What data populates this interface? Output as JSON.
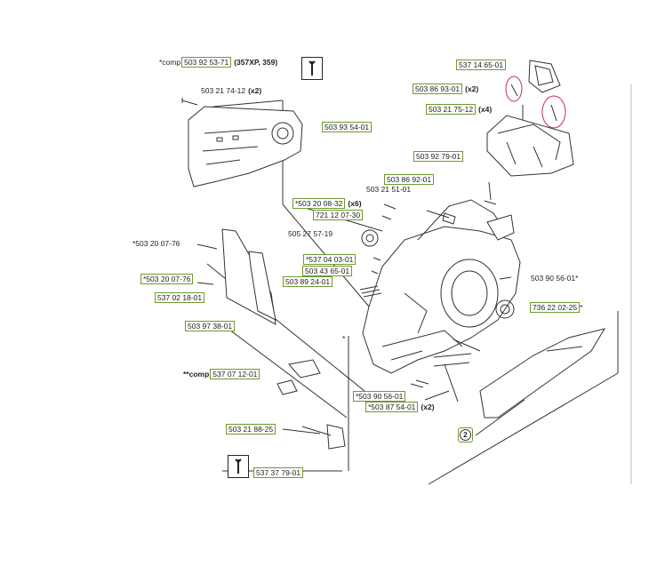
{
  "colors": {
    "label_border": "#6e9a2e",
    "highlight_circle": "#c0334d",
    "line": "#333333"
  },
  "labels": {
    "comp_top_prefix": "*comp",
    "comp_top_pn": "503 92 53-71",
    "comp_top_note": "(357XP, 359)",
    "p503217412": "503 21 74-12",
    "p503217412_qty": "(x2)",
    "p503935401": "503 93 54-01",
    "p537146501": "537 14 65-01",
    "p503869301": "503 86 93-01",
    "p503869301_qty": "(x2)",
    "p503217512": "503 21 75-12",
    "p503217512_qty": "(x4)",
    "p503927901": "503 92 79-01",
    "p503869201": "503 86 92-01",
    "p503215101": "503 21 51-01",
    "p503200832": "*503 20 08-32",
    "p503200832_qty": "(x6)",
    "p721120730": "721 12 07-30",
    "p505275719": "505 27 57-19",
    "p503200776a": "*503 20 07-76",
    "p537040301": "*537 04 03-01",
    "p503436501": "503 43 65-01",
    "p503200776b": "*503 20 07-76",
    "p503892401": "503 89 24-01",
    "p537021801": "537 02 18-01",
    "p503905601a": "503 90 56-01*",
    "p736220225": "736 22 02-25",
    "p736220225_star": "*",
    "p503973801": "503 97 38-01",
    "comp_bottom_prefix": "**comp",
    "comp_bottom_pn": "537 07 12-01",
    "p503905601b": "*503 90 56-01",
    "p503875401": "*503 87 54-01",
    "p503875401_qty": "(x2)",
    "p503218825": "503 21 88-25",
    "p537377901": "537 37 79-01",
    "ref_2": "2",
    "star": "*"
  },
  "icons": [
    "wrench-icon",
    "wrench-icon",
    "part-ref-circle-icon"
  ]
}
